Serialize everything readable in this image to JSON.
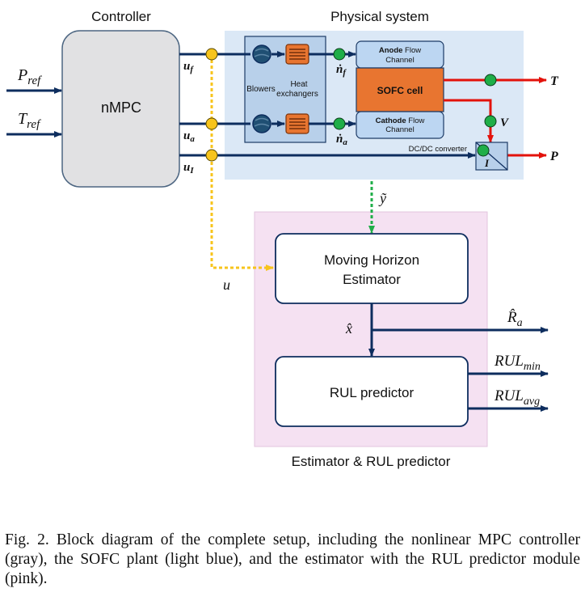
{
  "labels": {
    "controller_title": "Controller",
    "physical_title": "Physical system",
    "nmpc": "nMPC",
    "blowers": "Blowers",
    "heat_exchangers_1": "Heat",
    "heat_exchangers_2": "exchangers",
    "anode_bold": "Anode",
    "anode_rest": " Flow",
    "anode_line2": "Channel",
    "cathode_bold": "Cathode",
    "cathode_rest": " Flow",
    "cathode_line2": "Channel",
    "sofc_cell": "SOFC cell",
    "dcdc": "DC/DC converter",
    "mhe_line1": "Moving Horizon",
    "mhe_line2": "Estimator",
    "rul_predictor": "RUL predictor",
    "estimator_title": "Estimator & RUL predictor"
  },
  "signals": {
    "p_ref_base": "P",
    "p_ref_sub": "ref",
    "t_ref_base": "T",
    "t_ref_sub": "ref",
    "u_f_base": "u",
    "u_f_sub": "f",
    "u_a_base": "u",
    "u_a_sub": "a",
    "u_i_base": "u",
    "u_i_sub": "I",
    "n_f_base": "ṅ",
    "n_f_sub": "f",
    "n_a_base": "ṅ",
    "n_a_sub": "a",
    "T": "T",
    "V": "V",
    "I": "I",
    "P": "P",
    "y_tilde": "ỹ",
    "u": "u",
    "x_hat": "x̂",
    "r_a_base": "R̂",
    "r_a_sub": "a",
    "rul_min_base": "RUL",
    "rul_min_sub": "min",
    "rul_avg_base": "RUL",
    "rul_avg_sub": "avg"
  },
  "caption": "Fig. 2.   Block diagram of the complete setup, including the nonlinear MPC controller (gray), the SOFC plant (light blue), and the estimator with the RUL predictor module (pink).",
  "colors": {
    "controller_fill": "#e1e1e3",
    "plant_fill": "#dbe8f6",
    "estimator_fill": "#f5e1f2",
    "navy": "#0d2d5e",
    "red": "#e3120b",
    "orange_cell": "#e87530",
    "yellow_dot": "#f7c41c",
    "green_dot": "#1fae48",
    "flow_channel": "#bcd6f2"
  }
}
